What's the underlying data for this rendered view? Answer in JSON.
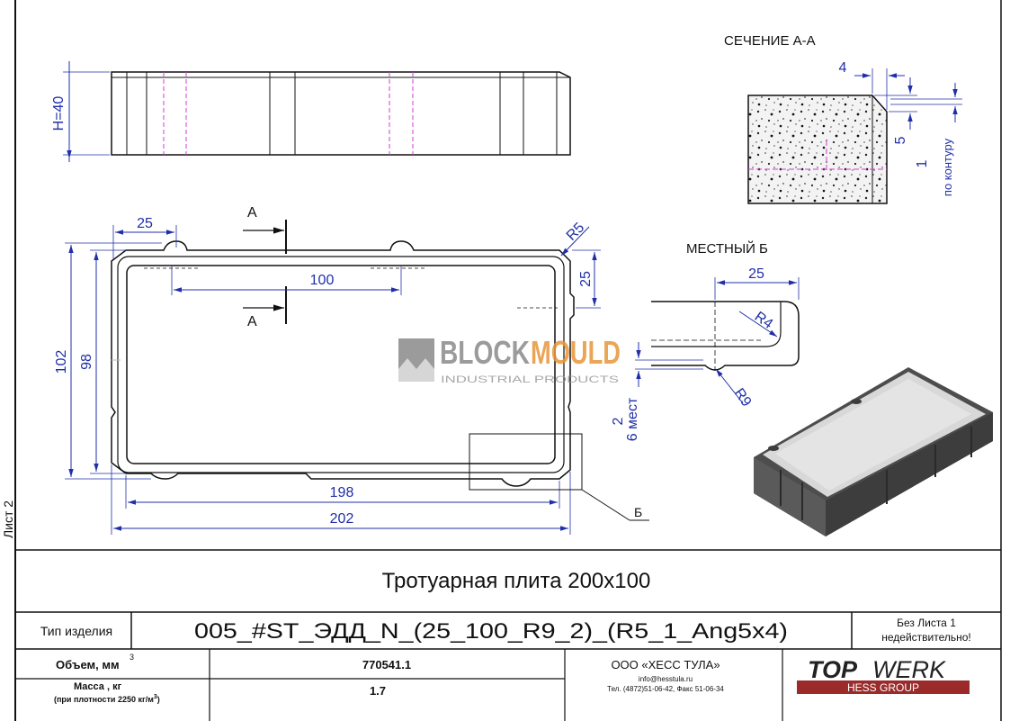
{
  "sheet": {
    "label": "Лист 2"
  },
  "views": {
    "section_title": "СЕЧЕНИЕ А-А",
    "detail_title": "МЕСТНЫЙ Б",
    "section_marker": "А",
    "detail_marker": "Б"
  },
  "dims": {
    "height": "H=40",
    "d25_top": "25",
    "d100": "100",
    "r5": "R5",
    "d25_side": "25",
    "d102": "102",
    "d98": "98",
    "d198": "198",
    "d202": "202",
    "sec_4": "4",
    "sec_5": "5",
    "sec_1": "1",
    "sec_contour": "по контуру",
    "det_25": "25",
    "det_r4": "R4",
    "det_r9": "R9",
    "det_2": "2",
    "det_6places": "6 мест"
  },
  "watermark": {
    "brand_a": "BLOCK",
    "brand_b": "MOULD",
    "tagline": "INDUSTRIAL PRODUCTS"
  },
  "title_block": {
    "product_name": "Тротуарная плита 200х100",
    "type_label": "Тип изделия",
    "type_code": "005_#ST_ЭДД_N_(25_100_R9_2)_(R5_1_Ang5x4)",
    "note_line1": "Без Листа 1",
    "note_line2": "недействительно!",
    "volume_label": "Объем, мм",
    "volume_sup": "3",
    "volume_value": "770541.1",
    "mass_label": "Масса , кг",
    "mass_sub": "(при плотности 2250 кг/м",
    "mass_sub_sup": "3",
    "mass_sub_end": ")",
    "mass_value": "1.7",
    "company_name": "ООО «ХЕСС ТУЛА»",
    "company_email": "info@hesstula.ru",
    "company_phone": "Тел. (4872)51-06-42, Факс 51-06-34",
    "logo_top": "TOP",
    "logo_werk": "WERK",
    "logo_group": "HESS GROUP"
  },
  "colors": {
    "dimension": "#1f2fa8",
    "hidden_line": "#d63bd6",
    "logo_red": "#9b2b2b"
  }
}
